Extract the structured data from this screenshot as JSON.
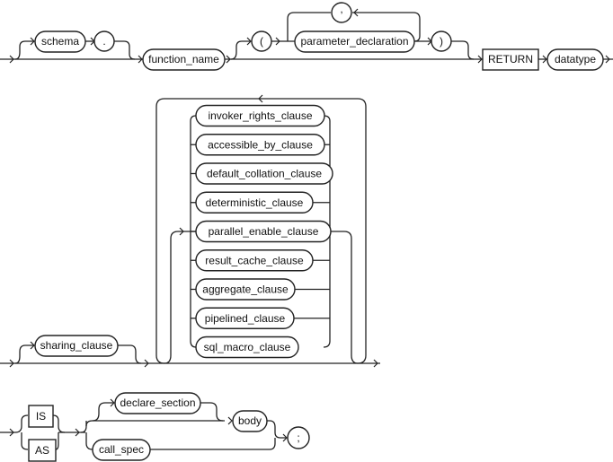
{
  "diagram": {
    "type": "railroad-syntax-diagram",
    "title": "create_function_clause",
    "row1": {
      "schema": "schema",
      "dot": ".",
      "function_name": "function_name",
      "open_paren": "(",
      "parameter_declaration": "parameter_declaration",
      "comma": ",",
      "close_paren": ")",
      "return_keyword": "RETURN",
      "datatype": "datatype"
    },
    "row2": {
      "sharing_clause": "sharing_clause",
      "options": [
        "invoker_rights_clause",
        "accessible_by_clause",
        "default_collation_clause",
        "deterministic_clause",
        "parallel_enable_clause",
        "result_cache_clause",
        "aggregate_clause",
        "pipelined_clause",
        "sql_macro_clause"
      ]
    },
    "row3": {
      "is_keyword": "IS",
      "as_keyword": "AS",
      "declare_section": "declare_section",
      "body": "body",
      "call_spec": "call_spec",
      "semicolon": ";"
    }
  }
}
